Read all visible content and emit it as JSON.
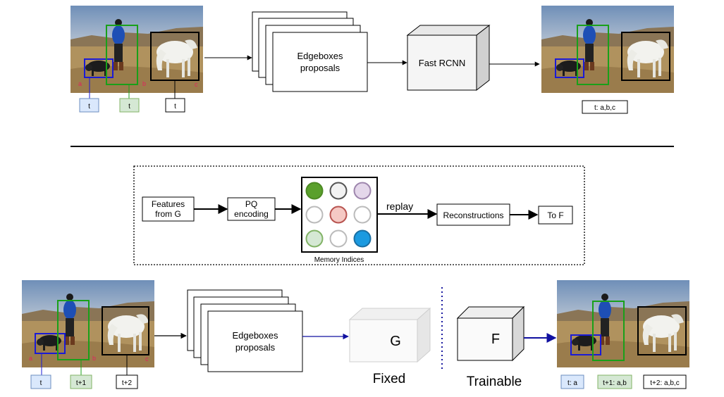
{
  "top_row": {
    "proposals_line1": "Edgeboxes",
    "proposals_line2": "proposals",
    "detector": "Fast RCNN",
    "box_letters": [
      "a",
      "b",
      "c"
    ],
    "tags": [
      "t",
      "t",
      "t"
    ],
    "output_tag": "t: a,b,c"
  },
  "memory": {
    "features_line1": "Features",
    "features_line2": "from G",
    "pq_line1": "PQ",
    "pq_line2": "encoding",
    "replay": "replay",
    "reconstructions": "Reconstructions",
    "to_f": "To F",
    "grid_caption": "Memory Indices",
    "circle_fills": [
      "#5aa02c",
      "#f2f2f2",
      "#e4d7ea",
      "#ffffff",
      "#f5c9c4",
      "#ffffff",
      "#d5e8d4",
      "#ffffff",
      "#1b9ae0"
    ],
    "circle_strokes": [
      "#4d8a24",
      "#555555",
      "#9e86ad",
      "#bbbbbb",
      "#b85450",
      "#bbbbbb",
      "#82b366",
      "#bbbbbb",
      "#1a6fa3"
    ]
  },
  "bottom_row": {
    "proposals_line1": "Edgeboxes",
    "proposals_line2": "proposals",
    "g_label": "G",
    "f_label": "F",
    "fixed": "Fixed",
    "trainable": "Trainable",
    "box_letters": [
      "a",
      "b",
      "c"
    ],
    "tags": [
      "t",
      "t+1",
      "t+2"
    ],
    "output_tags": [
      "t: a",
      "t+1: a,b",
      "t+2: a,b,c"
    ]
  },
  "colors": {
    "blue_box": "#1a1ad6",
    "green_box": "#19a019",
    "tag_blue_fill": "#dae8fc",
    "tag_blue_stroke": "#6c8ebf",
    "tag_green_fill": "#d5e8d4",
    "tag_green_stroke": "#82b366",
    "letter_red": "#e0245e",
    "arrow_blue": "#1010a0"
  }
}
